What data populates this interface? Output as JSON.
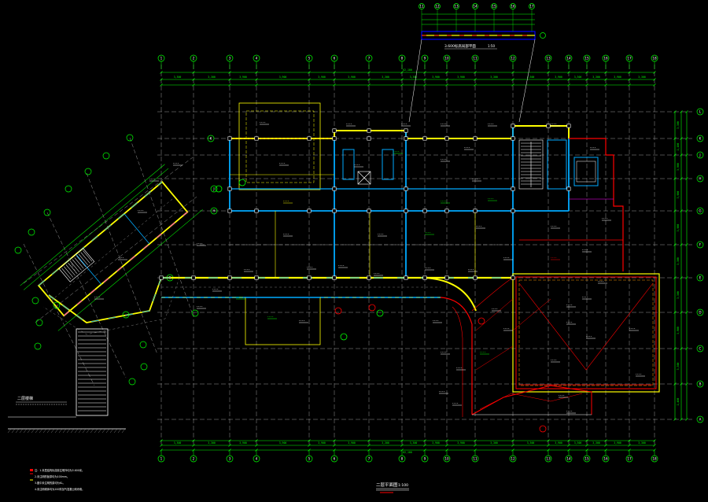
{
  "colors": {
    "background": "#000000",
    "grid": "#00ff00",
    "wall": "#ffff00",
    "column": "#00aaff",
    "slab": "#ff0000",
    "accent": "#ff00ff",
    "text": "#ffffff",
    "dim": "#00ff00"
  },
  "axes_top": [
    "1",
    "2",
    "3",
    "4",
    "5",
    "6",
    "7",
    "8",
    "9",
    "10",
    "11",
    "12",
    "13",
    "14",
    "15",
    "16",
    "17",
    "18"
  ],
  "axes_bottom": [
    "1",
    "2",
    "3",
    "4",
    "5",
    "6",
    "7",
    "8",
    "9",
    "10",
    "11",
    "12",
    "13",
    "14",
    "15",
    "16",
    "17",
    "18"
  ],
  "axes_right": [
    "L",
    "K",
    "J",
    "H",
    "G",
    "F",
    "E",
    "D",
    "C",
    "B",
    "A"
  ],
  "axes_left": [
    "K",
    "J",
    "H",
    "G"
  ],
  "inset_axes": [
    "11",
    "12",
    "13",
    "14",
    "15",
    "16",
    "17"
  ],
  "dims_top_row1": [
    "3,300",
    "3,300",
    "3,900",
    "3,900",
    "3,900",
    "3,900",
    "3,300",
    "3,300",
    "3,900",
    "3,900",
    "3,300",
    "3,300",
    "3,900",
    "3,300",
    "3,300",
    "3,900",
    "3,300"
  ],
  "dims_top_row2": [
    "62,100"
  ],
  "dims_bottom_row1": [
    "3,300",
    "3,300",
    "3,900",
    "3,900",
    "3,900",
    "3,900",
    "3,300",
    "3,300",
    "3,900",
    "3,900",
    "3,300",
    "3,300",
    "3,900",
    "3,300",
    "3,300",
    "3,900",
    "3,300"
  ],
  "dims_bottom_row2": [
    "62,100"
  ],
  "dims_right": [
    "3,300",
    "2,100",
    "3,900",
    "3,900",
    "3,900",
    "3,300",
    "3,300",
    "3,900",
    "3,300",
    "2,400"
  ],
  "plan_title": "二层平面图",
  "plan_scale": "1:100",
  "inset_title": "3.600标高局部平面",
  "inset_scale": "1:50",
  "stair_note": "二层楼梯",
  "notes": [
    "注：1.本层结构标高除注明外均为3.600米。",
    "2.未注明的板厚均为100mm。",
    "3.图中未注明的梁均为KL。",
    "4.未注明墙体均为200厚加气混凝土砌块墙。"
  ]
}
